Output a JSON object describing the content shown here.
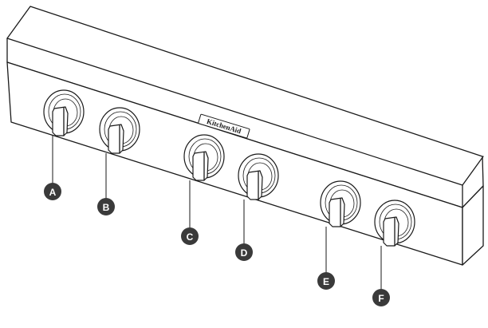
{
  "diagram": {
    "brand_logo": "KitchenAid",
    "knobs": [
      {
        "id": "A",
        "label": "A"
      },
      {
        "id": "B",
        "label": "B"
      },
      {
        "id": "C",
        "label": "C"
      },
      {
        "id": "D",
        "label": "D"
      },
      {
        "id": "E",
        "label": "E"
      },
      {
        "id": "F",
        "label": "F"
      }
    ],
    "colors": {
      "outline": "#1a1a1a",
      "marker_fill": "#3a3a3a",
      "marker_text": "#ffffff",
      "background": "#ffffff"
    }
  }
}
